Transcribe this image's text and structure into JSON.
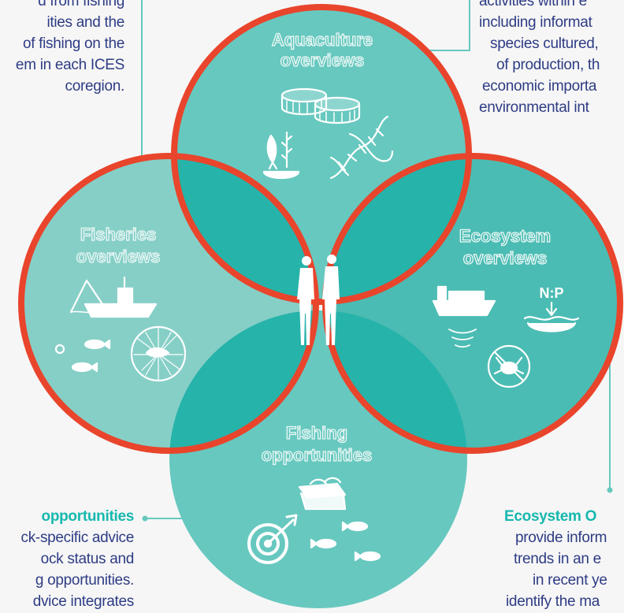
{
  "circles": {
    "aquaculture": {
      "line1": "Aquaculture",
      "line2": "overviews"
    },
    "fisheries": {
      "line1": "Fisheries",
      "line2": "overviews"
    },
    "ecosystem": {
      "line1": "Ecosystem",
      "line2": "overviews"
    },
    "fishing": {
      "line1": "Fishing",
      "line2": "opportunities"
    }
  },
  "np_label": "N:P",
  "left_top_text": [
    "d from fishing",
    "ities and the",
    "of fishing on the",
    "em in each ICES",
    "coregion."
  ],
  "right_top_text": [
    "activities within e",
    "including informat",
    "species cultured,",
    "of production, th",
    "economic importa",
    "environmental int"
  ],
  "left_bottom": {
    "heading": "opportunities",
    "lines": [
      "ck-specific advice",
      "ock status and",
      "g opportunities.",
      "dvice integrates"
    ]
  },
  "right_bottom": {
    "heading": "Ecosystem O",
    "lines": [
      "provide inform",
      "trends in an e",
      "in recent ye",
      "identify the ma"
    ]
  },
  "colors": {
    "teal_light": "#67c8bf",
    "teal_mid": "#4bbcb3",
    "teal_overlap": "#26b3aa",
    "fisheries_fill": "#86cfc7",
    "ring_red": "#e8452c",
    "text_navy": "#2e3c84",
    "heading_teal": "#16b8ae",
    "background": "#f6f6f6"
  }
}
